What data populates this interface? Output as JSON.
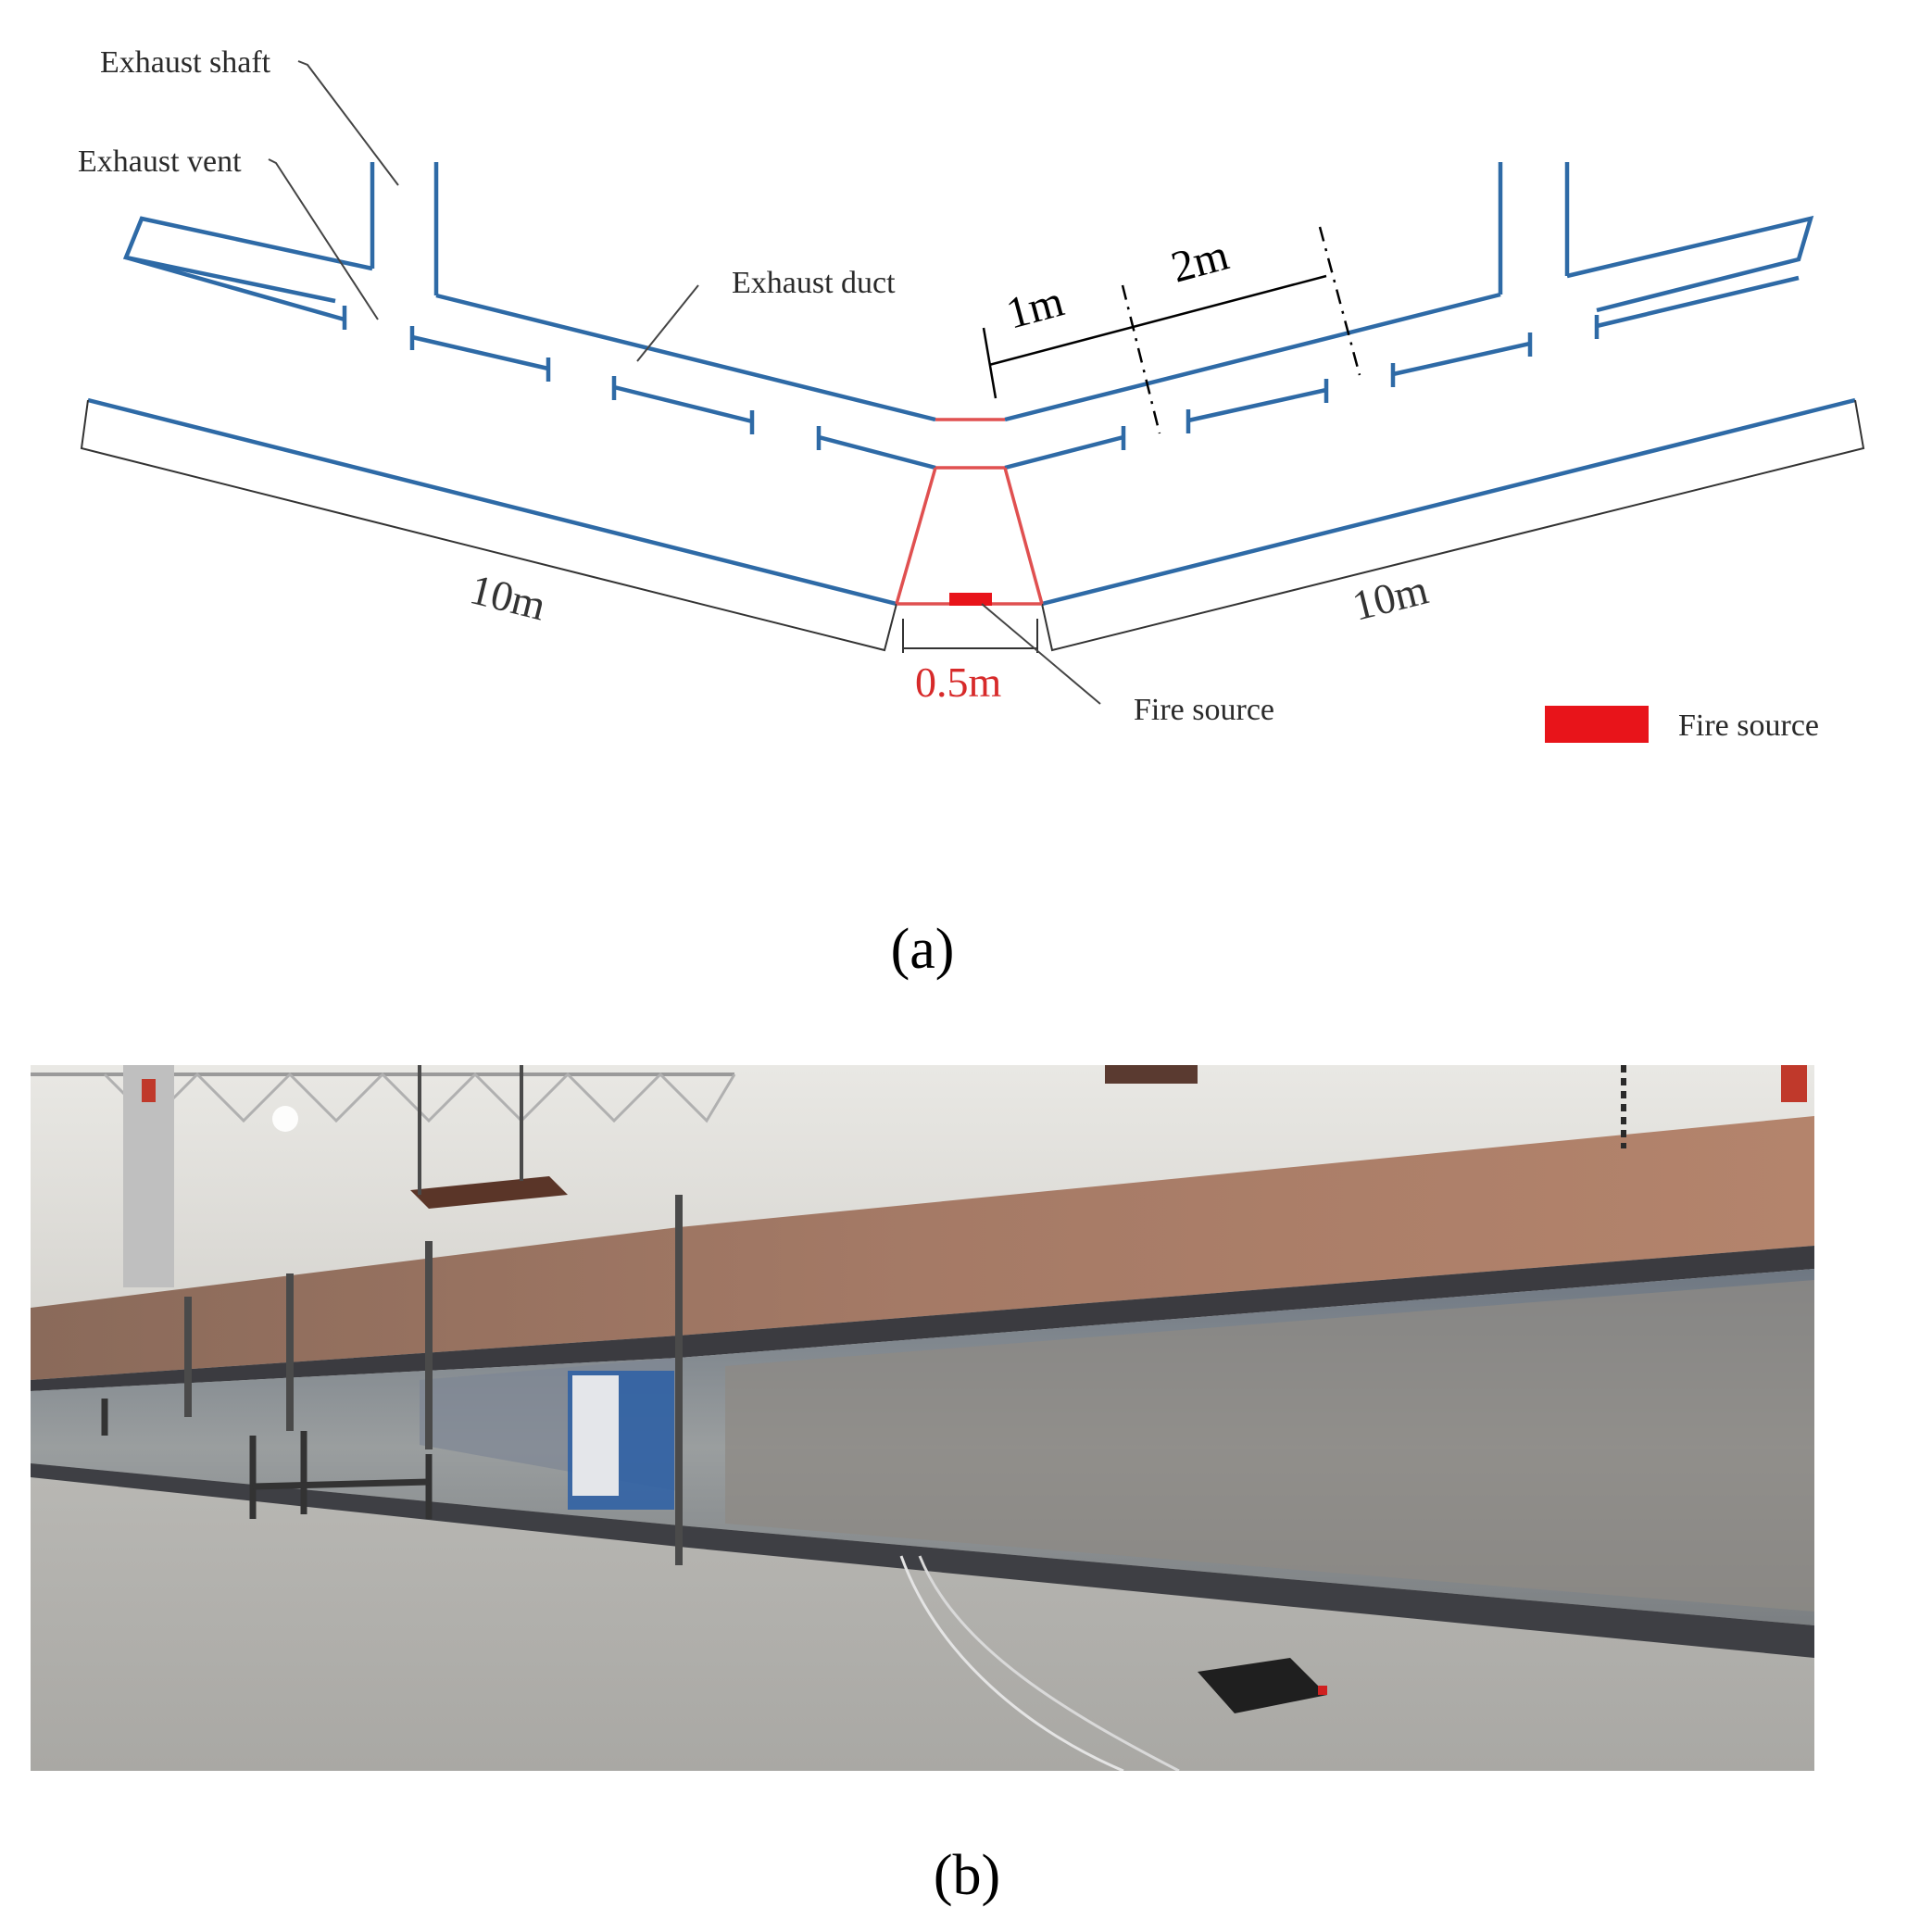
{
  "diagram": {
    "labels": {
      "exhaust_shaft": "Exhaust shaft",
      "exhaust_vent": "Exhaust vent",
      "exhaust_duct": "Exhaust duct",
      "fire_source": "Fire source"
    },
    "dimensions": {
      "left_length": "10m",
      "right_length": "10m",
      "center_width": "0.5m",
      "spacing_1": "1m",
      "spacing_2": "2m"
    },
    "legend": {
      "label": "Fire source",
      "color": "#e8141a"
    },
    "colors": {
      "duct": "#2e6aa6",
      "fire_zone": "#e05050",
      "fire": "#e8141a"
    }
  },
  "captions": {
    "a": "(a)",
    "b": "(b)"
  }
}
